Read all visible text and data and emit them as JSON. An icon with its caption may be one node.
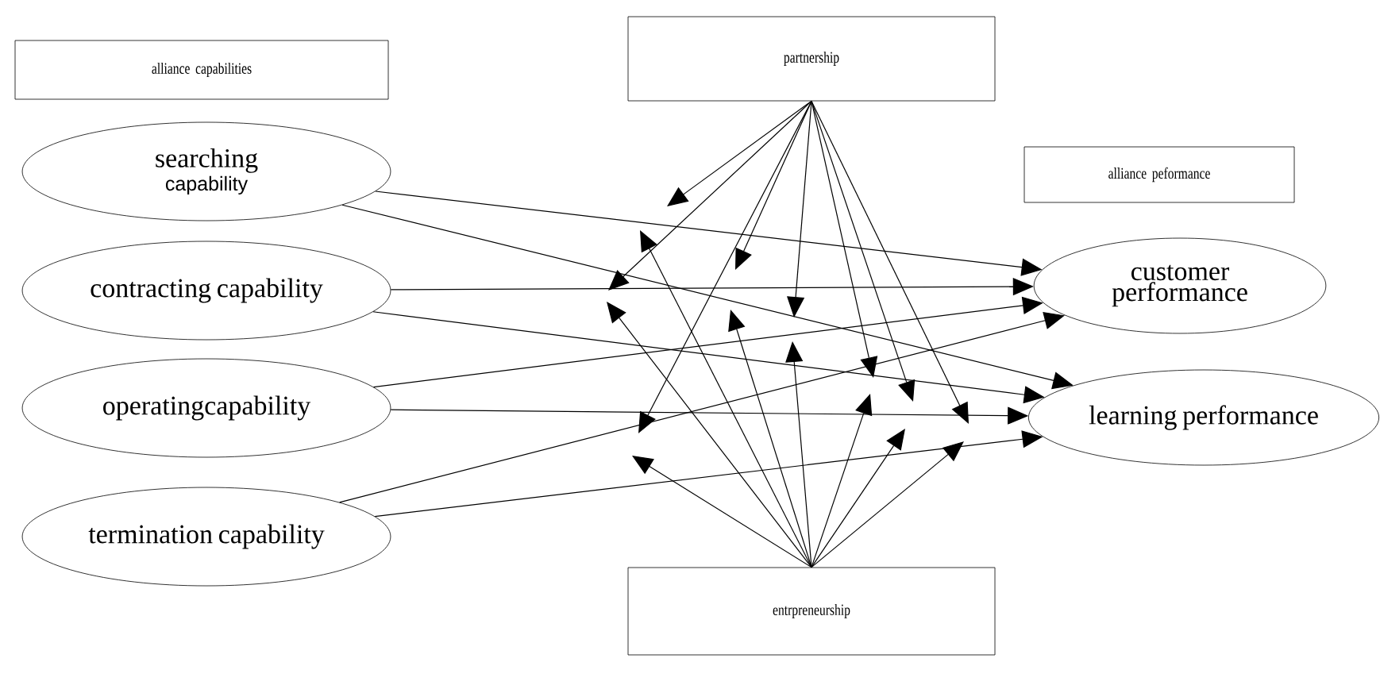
{
  "diagram": {
    "nodes": [
      {
        "text": [
          "alliance capabilities"
        ]
      },
      {
        "text": [
          "partnership"
        ]
      },
      {
        "text": [
          "alliance peformance"
        ]
      },
      {
        "text": [
          "searching",
          "capability"
        ]
      },
      {
        "text": [
          "contracting  capability"
        ]
      },
      {
        "text": [
          "operatingcapability"
        ]
      },
      {
        "text": [
          "termination  capability"
        ]
      },
      {
        "text": [
          "customer performance"
        ]
      },
      {
        "text": [
          "learning performance"
        ]
      },
      {
        "text": [
          "entrpreneurship"
        ]
      }
    ],
    "edges": [
      {
        "from": 3,
        "to": 7,
        "arrow": "to"
      },
      {
        "from": 3,
        "to": 8,
        "arrow": "to"
      },
      {
        "from": 4,
        "to": 7,
        "arrow": "to"
      },
      {
        "from": 4,
        "to": 8,
        "arrow": "to"
      },
      {
        "from": 5,
        "to": 7,
        "arrow": "to"
      },
      {
        "from": 5,
        "to": 8,
        "arrow": "to"
      },
      {
        "from": 6,
        "to": 7,
        "arrow": "to"
      },
      {
        "from": 6,
        "to": 8,
        "arrow": "to"
      },
      {
        "from": 1,
        "to": null,
        "arrow": "to"
      },
      {
        "from": 1,
        "to": null,
        "arrow": "to"
      },
      {
        "from": 1,
        "to": null,
        "arrow": "to"
      },
      {
        "from": 1,
        "to": null,
        "arrow": "to"
      },
      {
        "from": 1,
        "to": null,
        "arrow": "to"
      },
      {
        "from": 1,
        "to": null,
        "arrow": "to"
      },
      {
        "from": 1,
        "to": null,
        "arrow": "to"
      },
      {
        "from": 1,
        "to": null,
        "arrow": "to"
      },
      {
        "from": 9,
        "to": null,
        "arrow": "to"
      },
      {
        "from": 9,
        "to": null,
        "arrow": "to"
      },
      {
        "from": 9,
        "to": null,
        "arrow": "to"
      },
      {
        "from": 9,
        "to": null,
        "arrow": "to"
      },
      {
        "from": 9,
        "to": null,
        "arrow": "to"
      },
      {
        "from": 9,
        "to": null,
        "arrow": "to"
      },
      {
        "from": 9,
        "to": null,
        "arrow": "to"
      },
      {
        "from": 9,
        "to": null,
        "arrow": "to"
      }
    ]
  }
}
